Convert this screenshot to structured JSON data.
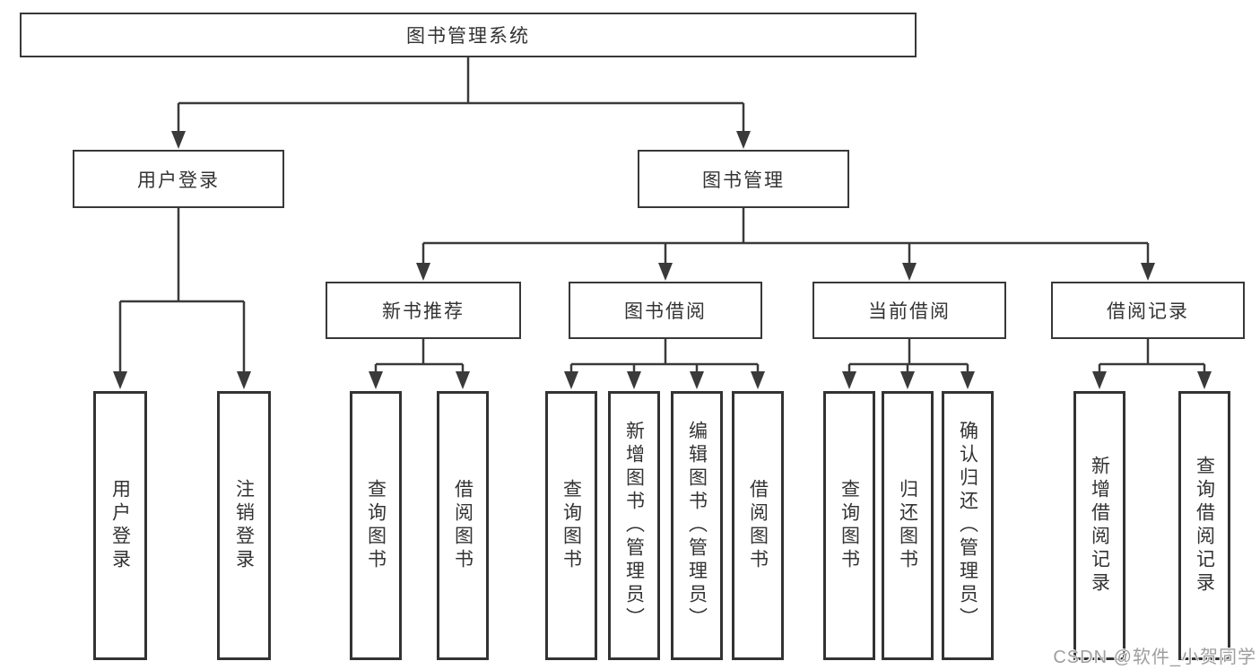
{
  "tree": {
    "root": {
      "label": "图书管理系统"
    },
    "branches": [
      {
        "label": "用户登录",
        "leaves": [
          "用户登录",
          "注销登录"
        ]
      },
      {
        "label": "图书管理",
        "groups": [
          {
            "label": "新书推荐",
            "leaves": [
              "查询图书",
              "借阅图书"
            ]
          },
          {
            "label": "图书借阅",
            "leaves": [
              "查询图书",
              "新增图书（管理员）",
              "编辑图书（管理员）",
              "借阅图书"
            ]
          },
          {
            "label": "当前借阅",
            "leaves": [
              "查询图书",
              "归还图书",
              "确认归还（管理员）"
            ]
          },
          {
            "label": "借阅记录",
            "leaves": [
              "新增借阅记录",
              "查询借阅记录"
            ]
          }
        ]
      }
    ]
  },
  "watermark": {
    "text": "CSDN @软件_小贺同学"
  },
  "colors": {
    "line": "#3a3a3a",
    "text": "#333333",
    "watermark": "#9e9e9e",
    "background": "#ffffff"
  }
}
